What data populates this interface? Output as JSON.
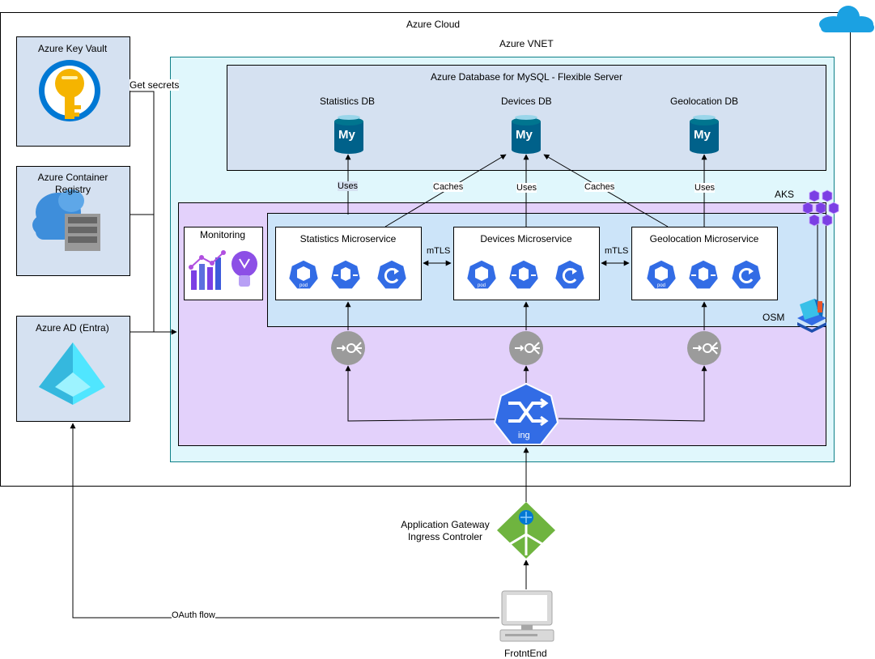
{
  "cloud": {
    "title": "Azure Cloud"
  },
  "vnet": {
    "title": "Azure VNET"
  },
  "mysql": {
    "title": "Azure Database for MySQL - Flexible Server",
    "databases": [
      "Statistics DB",
      "Devices DB",
      "Geolocation DB"
    ],
    "db_icon_text": "My"
  },
  "left_services": {
    "key_vault": "Azure Key Vault",
    "container_registry": "Azure Container Registry",
    "ad": "Azure AD (Entra)"
  },
  "aks": {
    "title": "AKS"
  },
  "osm": {
    "title": "OSM"
  },
  "monitoring": {
    "title": "Monitoring"
  },
  "microservices": [
    "Statistics Microservice",
    "Devices Microservice",
    "Geolocation Microservice"
  ],
  "pod_icon_text": "pod",
  "ingress_icon_text": "ing",
  "edges": {
    "uses": "Uses",
    "caches": "Caches",
    "mtls": "mTLS",
    "get_secrets": "Get secrets",
    "oauth": "OAuth flow"
  },
  "gateway": {
    "title_line1": "Application Gateway",
    "title_line2": "Ingress Controler"
  },
  "frontend": {
    "title": "FrotntEnd"
  },
  "colors": {
    "vnet_bg": "#e0f7fc",
    "mysql_bg": "#d5e1f1",
    "aks_bg": "#e3d1fb",
    "mesh_bg": "#cce4f9",
    "service_bg": "#d5e1f1",
    "k8s_blue": "#326ce5",
    "mysql_blue": "#00618a",
    "gateway_green": "#6fb43f",
    "cloud_blue": "#1ba1e2"
  }
}
